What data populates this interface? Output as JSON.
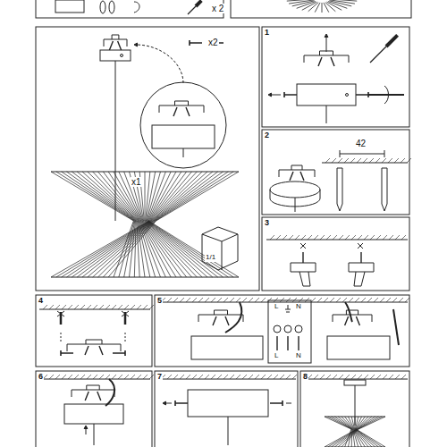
{
  "diagram": {
    "labels": [
      "x 2",
      "x2",
      "x1",
      "1/1",
      "1",
      "2",
      "3",
      "4",
      "5",
      "6",
      "7",
      "8",
      "42",
      "L",
      "N",
      "L",
      "N"
    ]
  }
}
